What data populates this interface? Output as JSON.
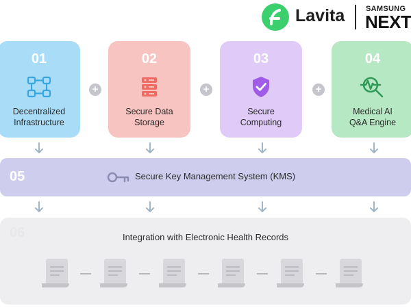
{
  "header": {
    "lavita_logo_text": "Lavita",
    "samsung_line": "SAMSUNG",
    "next_line": "NEXT"
  },
  "steps": [
    {
      "number": "01",
      "label": "Decentralized\nInfrastructure",
      "icon": "network-nodes-icon",
      "color": "#a9ddf7",
      "icon_color": "#3aa6e0"
    },
    {
      "number": "02",
      "label": "Secure Data\nStorage",
      "icon": "server-database-icon",
      "color": "#f8c4c1",
      "icon_color": "#ef6b62"
    },
    {
      "number": "03",
      "label": "Secure\nComputing",
      "icon": "shield-check-icon",
      "color": "#e0cbf8",
      "icon_color": "#a05ce6"
    },
    {
      "number": "04",
      "label": "Medical AI\nQ&A Engine",
      "icon": "magnifier-pulse-icon",
      "color": "#b7e8c4",
      "icon_color": "#2f9a56"
    }
  ],
  "kms": {
    "number": "05",
    "label": "Secure Key Management System (KMS)",
    "icon": "key-icon",
    "color": "#cfcdee"
  },
  "ehr": {
    "number": "06",
    "label": "Integration with Electronic Health Records",
    "icon": "document-scroll-icon",
    "document_count": 6,
    "color": "#eeeef0"
  }
}
